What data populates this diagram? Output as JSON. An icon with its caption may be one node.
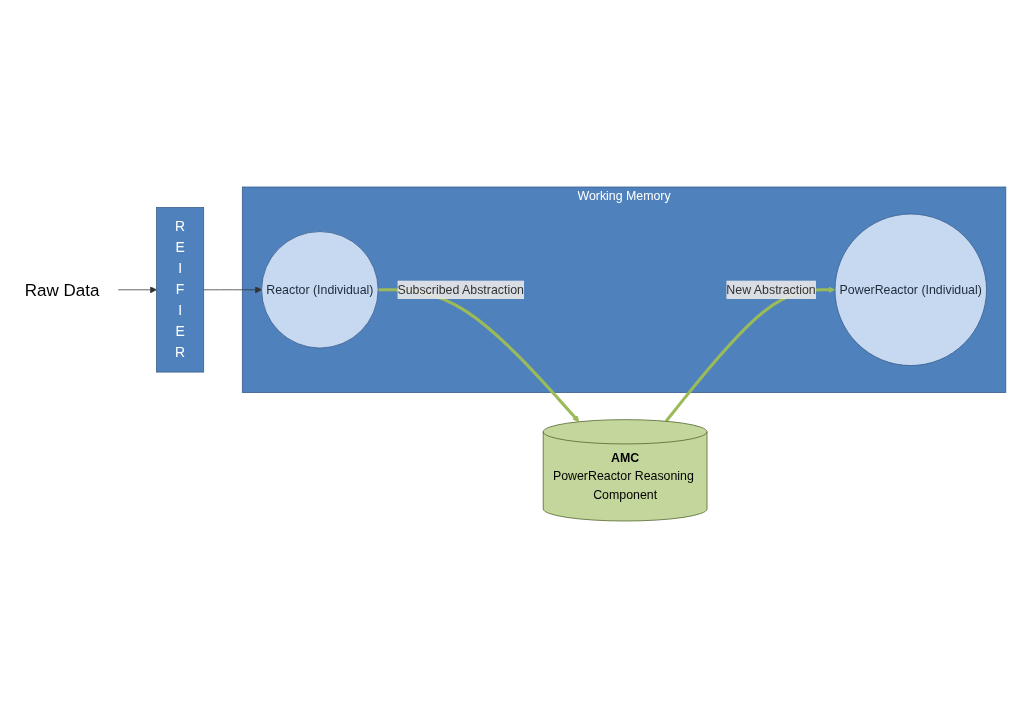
{
  "diagram": {
    "nodes": [
      {
        "text": [
          "Raw Data"
        ]
      },
      {
        "text": [
          "R E I F I E R"
        ]
      },
      {
        "text": [
          "Working Memory"
        ]
      },
      {
        "text": [
          "Reactor (Individual)"
        ],
        "in": 2
      },
      {
        "text": [
          "PowerReactor (Individual)"
        ],
        "in": 2
      },
      {
        "text": [
          "AMC",
          "PowerReactor Reasoning Component"
        ]
      }
    ],
    "edges": [
      {
        "from": 0,
        "to": 1,
        "arrow": "to"
      },
      {
        "from": 1,
        "to": 3,
        "arrow": "to"
      },
      {
        "from": 3,
        "to": 5,
        "arrow": "to",
        "label": "Subscribed Abstraction",
        "style": "thick",
        "color": "#9bbb59"
      },
      {
        "from": 5,
        "to": 4,
        "arrow": "to",
        "label": "New Abstraction",
        "style": "thick",
        "color": "#9bbb59"
      }
    ]
  }
}
